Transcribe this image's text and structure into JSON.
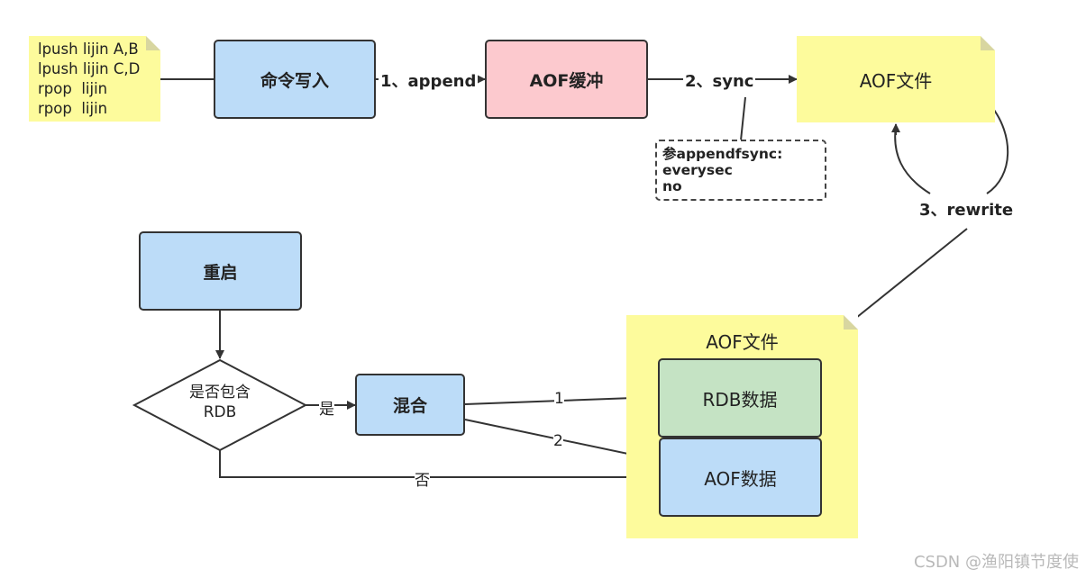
{
  "commands_note": {
    "lines": [
      "lpush lijin A,B",
      "lpush lijin C,D",
      "rpop  lijin",
      "rpop  lijin"
    ]
  },
  "nodes": {
    "cmd_write": "命令写入",
    "aof_buffer": "AOF缓冲",
    "aof_file_top": "AOF文件",
    "restart": "重启",
    "decision": [
      "是否包含",
      "RDB"
    ],
    "mixed": "混合",
    "aof_file_bottom": "AOF文件",
    "rdb_data": "RDB数据",
    "aof_data": "AOF数据"
  },
  "edges": {
    "append": "1、append",
    "sync": "2、sync",
    "rewrite": "3、rewrite",
    "yes": "是",
    "no": "否",
    "one": "1",
    "two": "2"
  },
  "fsync_note": {
    "lines": [
      "参appendfsync:",
      "everysec",
      "no"
    ]
  },
  "watermark": "CSDN @渔阳镇节度使",
  "colors": {
    "note_yellow": "#fdfb9c",
    "node_blue": "#bcdcf8",
    "node_pink": "#fcc9ce",
    "node_green": "#c5e3c4"
  }
}
